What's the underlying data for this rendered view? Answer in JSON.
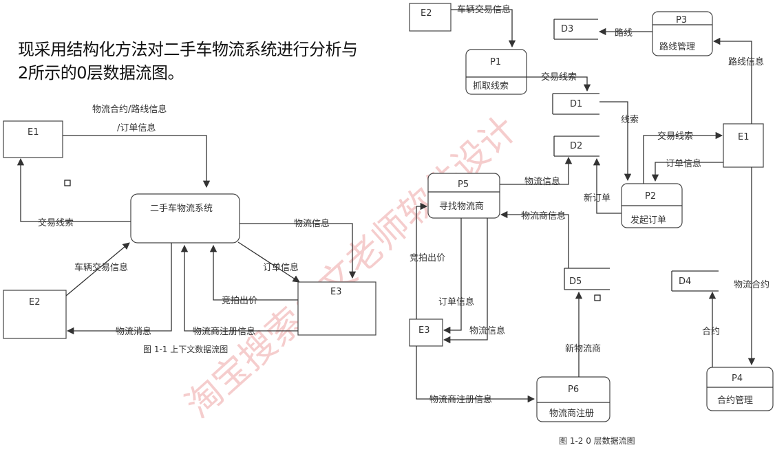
{
  "heading": {
    "line1": "现采用结构化方法对二手车物流系统进行分析与",
    "line2": "2所示的0层数据流图。"
  },
  "watermark": "淘宝搜索：文老师软件设计",
  "figure1": {
    "caption": "图 1-1 上下文数据流图",
    "entities": {
      "e1": "E1",
      "e2": "E2",
      "e3": "E3"
    },
    "system": "二手车物流系统",
    "flows": {
      "to_e1_line1": "物流合约/路线信息",
      "to_e1_line2": "/订单信息",
      "trade_leads": "交易线索",
      "vehicle_trade_info": "车辆交易信息",
      "logistics_info": "物流信息",
      "order_info": "订单信息",
      "bid": "竞拍出价",
      "logistics_msg": "物流消息",
      "registration_info": "物流商注册信息"
    }
  },
  "figure2": {
    "caption": "图 1-2   0 层数据流图",
    "entities": {
      "e1": "E1",
      "e2": "E2",
      "e3": "E3"
    },
    "stores": {
      "d1": "D1",
      "d2": "D2",
      "d3": "D3",
      "d4": "D4",
      "d5": "D5"
    },
    "processes": {
      "p1": {
        "id": "P1",
        "name": "抓取线索"
      },
      "p2": {
        "id": "P2",
        "name": "发起订单"
      },
      "p3": {
        "id": "P3",
        "name": "路线管理"
      },
      "p4": {
        "id": "P4",
        "name": "合约管理"
      },
      "p5": {
        "id": "P5",
        "name": "寻找物流商"
      },
      "p6": {
        "id": "P6",
        "name": "物流商注册"
      }
    },
    "flows": {
      "vehicle_trade_info": "车辆交易信息",
      "route": "路线",
      "route_info": "路线信息",
      "trade_leads_p1": "交易线索",
      "leads": "线索",
      "trade_leads_e1": "交易线索",
      "order_info_e1": "订单信息",
      "new_order": "新订单",
      "logistics_info_d2": "物流信息",
      "provider_info": "物流商信息",
      "bid": "竞拍出价",
      "order_info_e3": "订单信息",
      "logistics_info_e3": "物流信息",
      "new_provider": "新物流商",
      "registration_info": "物流商注册信息",
      "contract": "物流合约",
      "contract_d4": "合约"
    }
  }
}
